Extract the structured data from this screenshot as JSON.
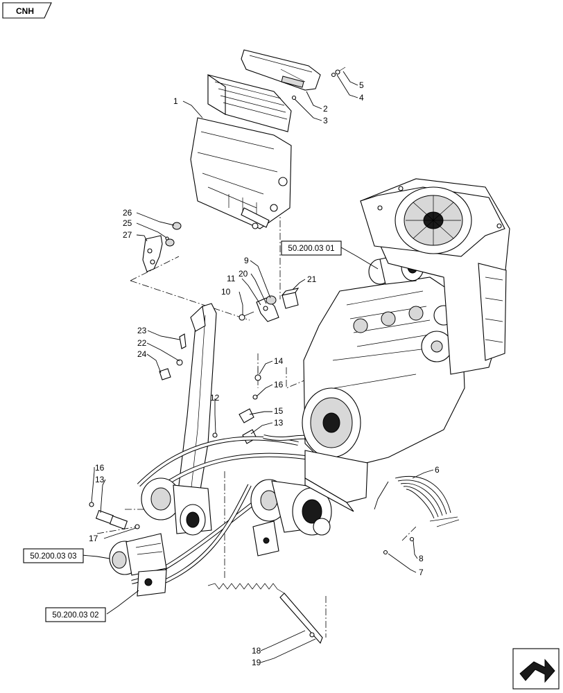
{
  "corner_logo": "CNH",
  "callouts": [
    {
      "id": "c1",
      "label": "1"
    },
    {
      "id": "c2",
      "label": "2"
    },
    {
      "id": "c3",
      "label": "3"
    },
    {
      "id": "c4",
      "label": "4"
    },
    {
      "id": "c5",
      "label": "5"
    },
    {
      "id": "c6",
      "label": "6"
    },
    {
      "id": "c7",
      "label": "7"
    },
    {
      "id": "c8",
      "label": "8"
    },
    {
      "id": "c9",
      "label": "9"
    },
    {
      "id": "c10",
      "label": "10"
    },
    {
      "id": "c11",
      "label": "11"
    },
    {
      "id": "c12",
      "label": "12"
    },
    {
      "id": "c13a",
      "label": "13"
    },
    {
      "id": "c13b",
      "label": "13"
    },
    {
      "id": "c14",
      "label": "14"
    },
    {
      "id": "c15",
      "label": "15"
    },
    {
      "id": "c16a",
      "label": "16"
    },
    {
      "id": "c16b",
      "label": "16"
    },
    {
      "id": "c17",
      "label": "17"
    },
    {
      "id": "c18",
      "label": "18"
    },
    {
      "id": "c19",
      "label": "19"
    },
    {
      "id": "c20",
      "label": "20"
    },
    {
      "id": "c21",
      "label": "21"
    },
    {
      "id": "c22",
      "label": "22"
    },
    {
      "id": "c23",
      "label": "23"
    },
    {
      "id": "c24",
      "label": "24"
    },
    {
      "id": "c25",
      "label": "25"
    },
    {
      "id": "c26",
      "label": "26"
    },
    {
      "id": "c27",
      "label": "27"
    }
  ],
  "references": [
    {
      "id": "r1",
      "label": "50.200.03 01"
    },
    {
      "id": "r2",
      "label": "50.200.03 03"
    },
    {
      "id": "r3",
      "label": "50.200.03 02"
    }
  ]
}
